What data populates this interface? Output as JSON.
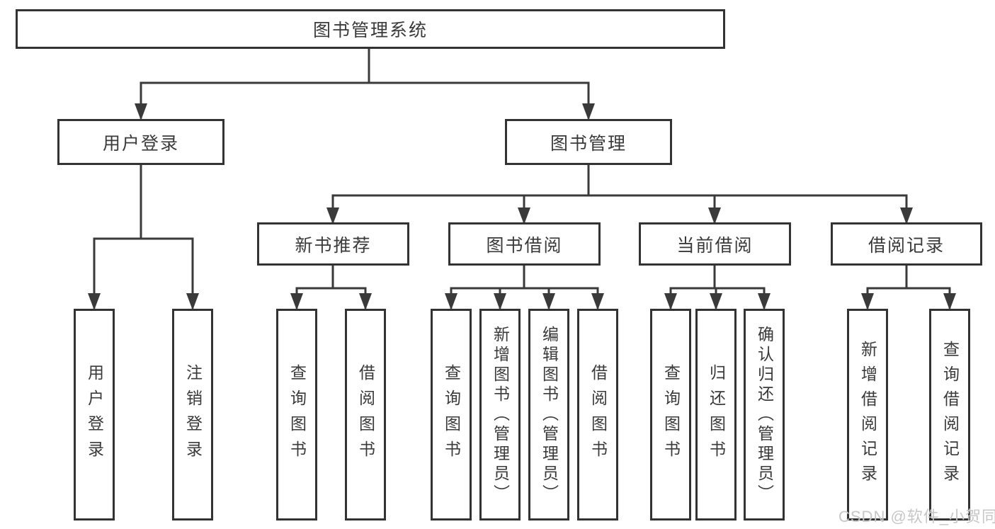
{
  "title": {
    "label": "图书管理系统"
  },
  "level2": [
    {
      "label": "用户登录"
    },
    {
      "label": "图书管理"
    }
  ],
  "level3": [
    {
      "label": "新书推荐"
    },
    {
      "label": "图书借阅"
    },
    {
      "label": "当前借阅"
    },
    {
      "label": "借阅记录"
    }
  ],
  "leaves": {
    "user_login": [
      {
        "label": "用户登录"
      },
      {
        "label": "注销登录"
      }
    ],
    "new_books": [
      {
        "label": "查询图书"
      },
      {
        "label": "借阅图书"
      }
    ],
    "book_borrow": [
      {
        "label": "查询图书"
      },
      {
        "label": "新增图书（管理员）"
      },
      {
        "label": "编辑图书（管理员）"
      },
      {
        "label": "借阅图书"
      }
    ],
    "current_borrow": [
      {
        "label": "查询图书"
      },
      {
        "label": "归还图书"
      },
      {
        "label": "确认归还（管理员）"
      }
    ],
    "borrow_records": [
      {
        "label": "新增借阅记录"
      },
      {
        "label": "查询借阅记录"
      }
    ]
  },
  "watermark": {
    "text": "CSDN @软件_小贺同学"
  },
  "colors": {
    "line": "#3a3a3a",
    "box_border": "#333333",
    "text": "#3a3a3a",
    "watermark": "#c7c7c7",
    "background": "#ffffff"
  }
}
